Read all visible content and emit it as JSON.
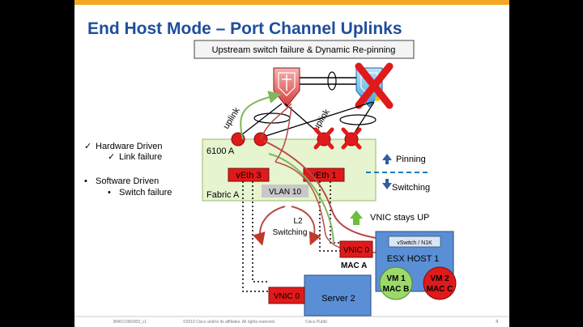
{
  "slide": {
    "title": "End Host Mode – Port Channel Uplinks",
    "subtitle_box": "Upstream switch failure & Dynamic Re-pinning",
    "page_number": "4"
  },
  "bullets": {
    "hardware": "Hardware Driven",
    "link_failure": "Link failure",
    "software": "Software Driven",
    "switch_failure": "Switch failure"
  },
  "diagram": {
    "uplink_left": "uplink",
    "uplink_right": "uplink",
    "fi_label": "6100 A",
    "fabric_label": "Fabric A",
    "veth3": "vEth 3",
    "veth1": "vEth 1",
    "vlan": "VLAN 10",
    "l2_line1": "L2",
    "l2_line2": "Switching",
    "pinning": "Pinning",
    "switching": "Switching",
    "vnic_up": "VNIC stays UP",
    "vnic0_host": "VNIC 0",
    "mac_a": "MAC A",
    "esx_host": "ESX HOST 1",
    "vswitch": "vSwitch / N1K",
    "vm1": "VM 1",
    "mac_b": "MAC B",
    "vm2": "VM 2",
    "mac_c": "MAC C",
    "vnic0_server": "VNIC 0",
    "server2": "Server 2"
  },
  "footer": {
    "left": "BRKCOM2003_c1",
    "center": "©2010 Cisco and/or its affiliates. All rights reserved.",
    "right": "Cisco Public"
  },
  "colors": {
    "title_blue": "#1f4e9c",
    "fabric_green": "#e6f4cf",
    "vnic_red": "#e21a1a",
    "esx_blue": "#5a8fd6",
    "vm_green": "#9cd86a",
    "cisco_red": "#d92121"
  }
}
